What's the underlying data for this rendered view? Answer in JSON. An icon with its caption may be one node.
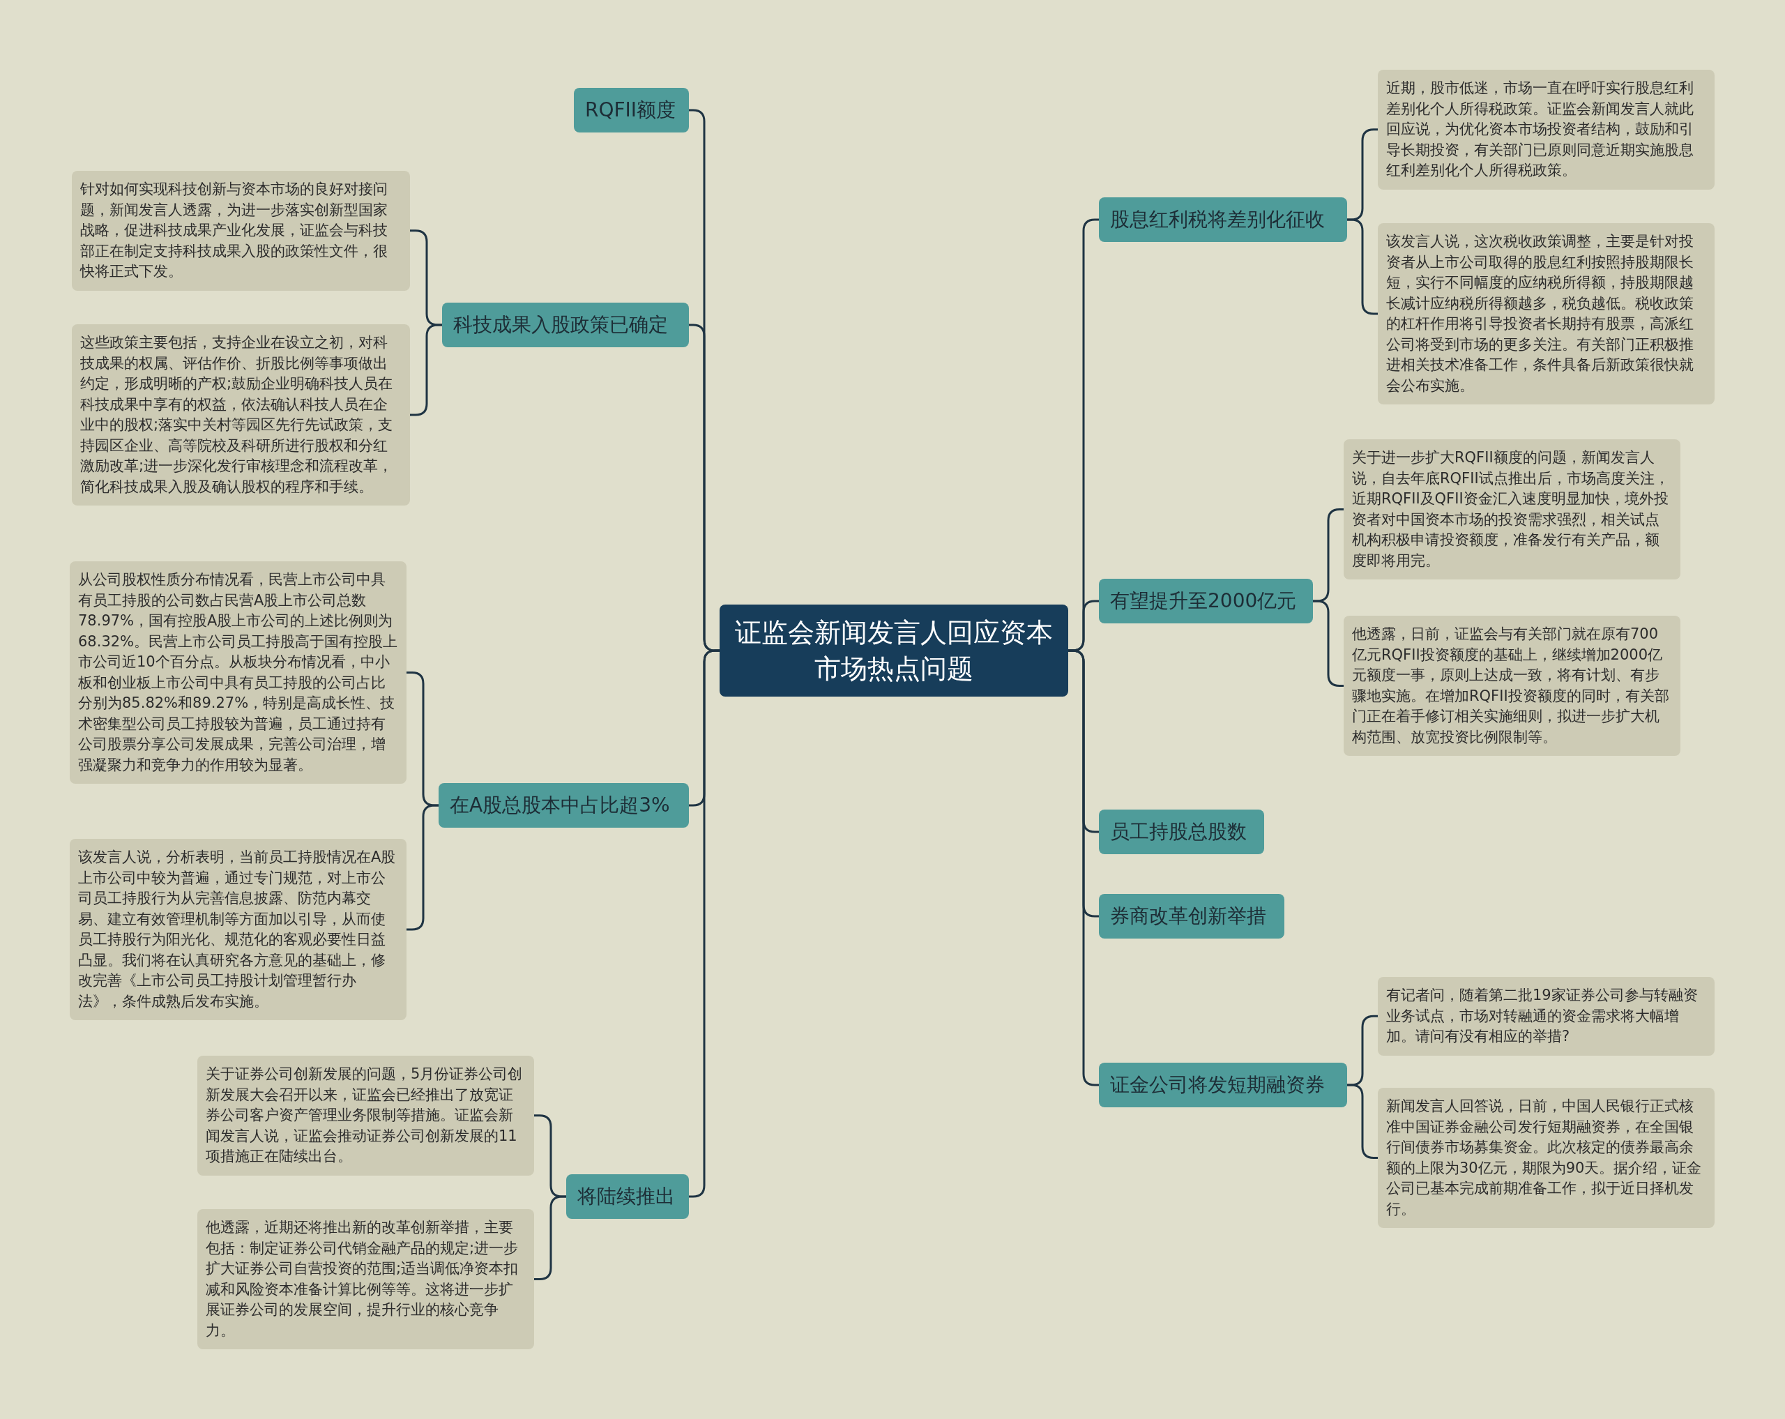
{
  "diagram": {
    "nodes": [
      {
        "text": [
          "证监会新闻发言人回应资本市场热点问题"
        ]
      },
      {
        "text": [
          "RQFII额度"
        ]
      },
      {
        "text": [
          "科技成果入股政策已确定"
        ]
      },
      {
        "text": [
          "针对如何实现科技创新与资本市场的良好对接问题，新闻发言人透露，为进一步落实创新型国家战略，促进科技成果产业化发展，证监会与科技部正在制定支持科技成果入股的政策性文件，很快将正式下发。"
        ]
      },
      {
        "text": [
          "这些政策主要包括，支持企业在设立之初，对科技成果的权属、评估作价、折股比例等事项做出约定，形成明晰的产权;鼓励企业明确科技人员在科技成果中享有的权益，依法确认科技人员在企业中的股权;落实中关村等园区先行先试政策，支持园区企业、高等院校及科研所进行股权和分红激励改革;进一步深化发行审核理念和流程改革，简化科技成果入股及确认股权的程序和手续。"
        ]
      },
      {
        "text": [
          "在A股总股本中占比超3%"
        ]
      },
      {
        "text": [
          "从公司股权性质分布情况看，民营上市公司中具有员工持股的公司数占民营A股上市公司总数78.97%，国有控股A股上市公司的上述比例则为68.32%。民营上市公司员工持股高于国有控股上市公司近10个百分点。从板块分布情况看，中小板和创业板上市公司中具有员工持股的公司占比分别为85.82%和89.27%，特别是高成长性、技术密集型公司员工持股较为普遍，员工通过持有公司股票分享公司发展成果，完善公司治理，增强凝聚力和竞争力的作用较为显著。"
        ]
      },
      {
        "text": [
          "该发言人说，分析表明，当前员工持股情况在A股上市公司中较为普遍，通过专门规范，对上市公司员工持股行为从完善信息披露、防范内幕交易、建立有效管理机制等方面加以引导，从而使员工持股行为阳光化、规范化的客观必要性日益凸显。我们将在认真研究各方意见的基础上，修改完善《上市公司员工持股计划管理暂行办法》，条件成熟后发布实施。"
        ]
      },
      {
        "text": [
          "将陆续推出"
        ]
      },
      {
        "text": [
          "关于证券公司创新发展的问题，5月份证券公司创新发展大会召开以来，证监会已经推出了放宽证券公司客户资产管理业务限制等措施。证监会新闻发言人说，证监会推动证券公司创新发展的11项措施正在陆续出台。"
        ]
      },
      {
        "text": [
          "他透露，近期还将推出新的改革创新举措，主要包括：制定证券公司代销金融产品的规定;进一步扩大证券公司自营投资的范围;适当调低净资本扣减和风险资本准备计算比例等等。这将进一步扩展证券公司的发展空间，提升行业的核心竞争力。"
        ]
      },
      {
        "text": [
          "股息红利税将差别化征收"
        ]
      },
      {
        "text": [
          "近期，股市低迷，市场一直在呼吁实行股息红利差别化个人所得税政策。证监会新闻发言人就此回应说，为优化资本市场投资者结构，鼓励和引导长期投资，有关部门已原则同意近期实施股息红利差别化个人所得税政策。"
        ]
      },
      {
        "text": [
          "该发言人说，这次税收政策调整，主要是针对投资者从上市公司取得的股息红利按照持股期限长短，实行不同幅度的应纳税所得额，持股期限越长减计应纳税所得额越多，税负越低。税收政策的杠杆作用将引导投资者长期持有股票，高派红公司将受到市场的更多关注。有关部门正积极推进相关技术准备工作，条件具备后新政策很快就会公布实施。"
        ]
      },
      {
        "text": [
          "有望提升至2000亿元"
        ]
      },
      {
        "text": [
          "关于进一步扩大RQFII额度的问题，新闻发言人说，自去年底RQFII试点推出后，市场高度关注，近期RQFII及QFII资金汇入速度明显加快，境外投资者对中国资本市场的投资需求强烈，相关试点机构积极申请投资额度，准备发行有关产品，额度即将用完。"
        ]
      },
      {
        "text": [
          "他透露，日前，证监会与有关部门就在原有700亿元RQFII投资额度的基础上，继续增加2000亿元额度一事，原则上达成一致，将有计划、有步骤地实施。在增加RQFII投资额度的同时，有关部门正在着手修订相关实施细则，拟进一步扩大机构范围、放宽投资比例限制等。"
        ]
      },
      {
        "text": [
          "员工持股总股数"
        ]
      },
      {
        "text": [
          "券商改革创新举措"
        ]
      },
      {
        "text": [
          "证金公司将发短期融资券"
        ]
      },
      {
        "text": [
          "有记者问，随着第二批19家证券公司参与转融资业务试点，市场对转融通的资金需求将大幅增加。请问有没有相应的举措?"
        ]
      },
      {
        "text": [
          "新闻发言人回答说，日前，中国人民银行正式核准中国证券金融公司发行短期融资券，在全国银行间债券市场募集资金。此次核定的债券最高余额的上限为30亿元，期限为90天。据介绍，证金公司已基本完成前期准备工作，拟于近日择机发行。"
        ]
      }
    ],
    "edges": [
      {
        "from": 0,
        "to": 1,
        "arrow": "none"
      },
      {
        "from": 0,
        "to": 2,
        "arrow": "none"
      },
      {
        "from": 2,
        "to": 3,
        "arrow": "none"
      },
      {
        "from": 2,
        "to": 4,
        "arrow": "none"
      },
      {
        "from": 0,
        "to": 5,
        "arrow": "none"
      },
      {
        "from": 5,
        "to": 6,
        "arrow": "none"
      },
      {
        "from": 5,
        "to": 7,
        "arrow": "none"
      },
      {
        "from": 0,
        "to": 8,
        "arrow": "none"
      },
      {
        "from": 8,
        "to": 9,
        "arrow": "none"
      },
      {
        "from": 8,
        "to": 10,
        "arrow": "none"
      },
      {
        "from": 0,
        "to": 11,
        "arrow": "none"
      },
      {
        "from": 11,
        "to": 12,
        "arrow": "none"
      },
      {
        "from": 11,
        "to": 13,
        "arrow": "none"
      },
      {
        "from": 0,
        "to": 14,
        "arrow": "none"
      },
      {
        "from": 14,
        "to": 15,
        "arrow": "none"
      },
      {
        "from": 14,
        "to": 16,
        "arrow": "none"
      },
      {
        "from": 0,
        "to": 17,
        "arrow": "none"
      },
      {
        "from": 0,
        "to": 18,
        "arrow": "none"
      },
      {
        "from": 0,
        "to": 19,
        "arrow": "none"
      },
      {
        "from": 19,
        "to": 20,
        "arrow": "none"
      },
      {
        "from": 19,
        "to": 21,
        "arrow": "none"
      }
    ]
  }
}
